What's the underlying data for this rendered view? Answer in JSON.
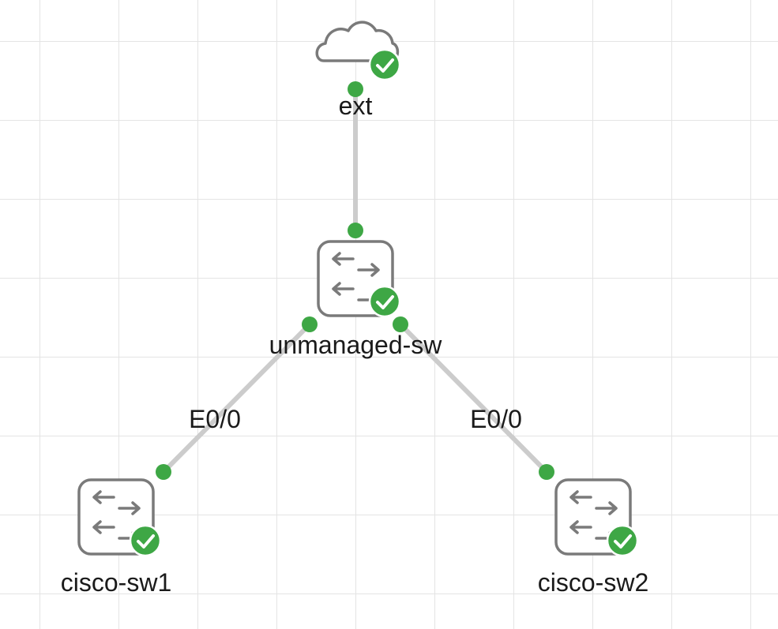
{
  "nodes": {
    "ext": {
      "label": "ext",
      "icon": "cloud-icon",
      "status": "running"
    },
    "unmanaged_sw": {
      "label": "unmanaged-sw",
      "icon": "switch-icon",
      "status": "running"
    },
    "cisco_sw1": {
      "label": "cisco-sw1",
      "icon": "switch-icon",
      "status": "running"
    },
    "cisco_sw2": {
      "label": "cisco-sw2",
      "icon": "switch-icon",
      "status": "running"
    }
  },
  "links": [
    {
      "from": "ext",
      "to": "unmanaged-sw",
      "label": ""
    },
    {
      "from": "unmanaged-sw",
      "to": "cisco-sw1",
      "label": "E0/0"
    },
    {
      "from": "unmanaged-sw",
      "to": "cisco-sw2",
      "label": "E0/0"
    }
  ],
  "colors": {
    "status_ok": "#3ea745",
    "link": "#cccccc",
    "icon_stroke": "#7a7a7a",
    "grid": "#e4e4e4"
  }
}
